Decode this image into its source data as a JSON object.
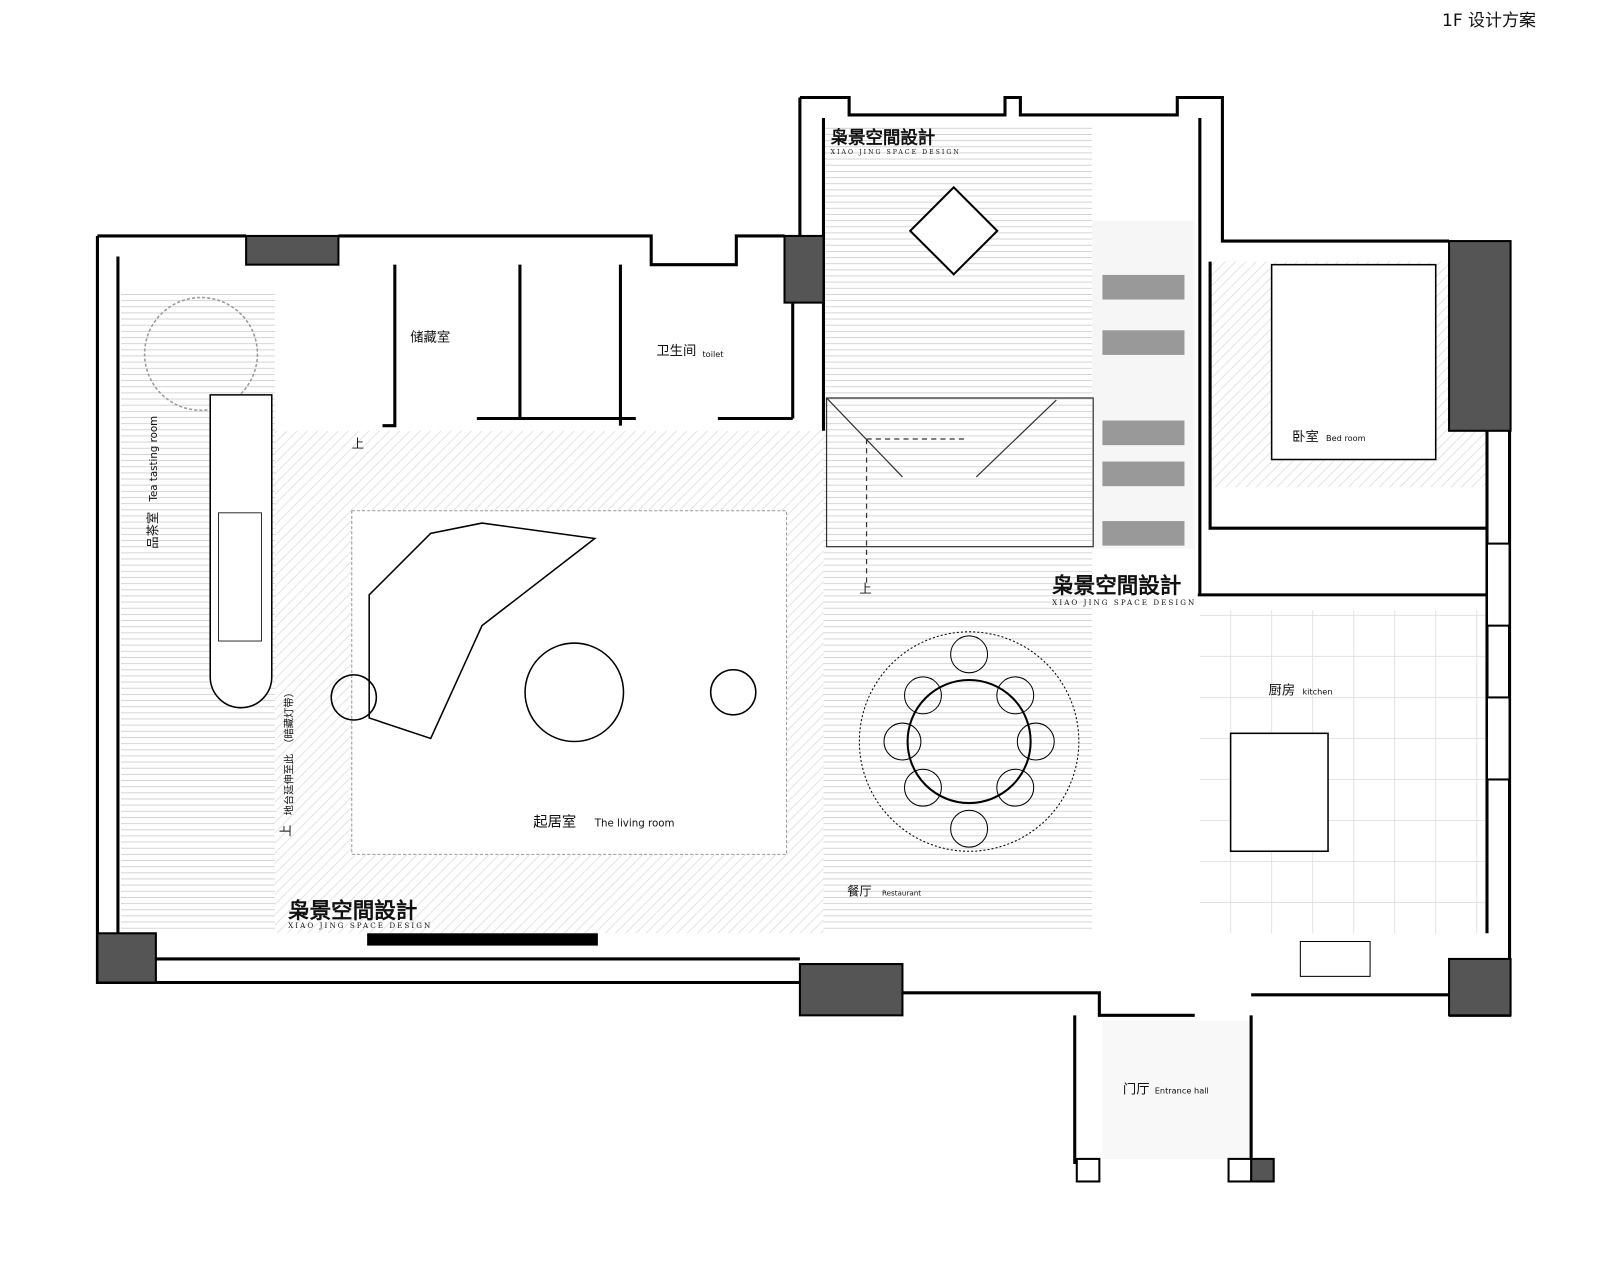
{
  "title": "1F 设计方案",
  "logo": {
    "cn": "枭景空間設計",
    "en": "XIAO JING SPACE DESIGN"
  },
  "rooms": {
    "storage": "储藏室",
    "toilet_cn": "卫生间",
    "toilet_en": "toilet",
    "tea_cn": "品茶室",
    "tea_en": "Tea tasting room",
    "platform_note": "地台延伸至此　（暗藏灯带）",
    "living_cn": "起居室",
    "living_en": "The living room",
    "restaurant_cn": "餐厅",
    "restaurant_en": "Restaurant",
    "bed_cn": "卧室",
    "bed_en": "Bed room",
    "kitchen_cn": "厨房",
    "kitchen_en": "kitchen",
    "entrance_cn": "门厅",
    "entrance_en": "Entrance hall"
  },
  "up_marker": "上",
  "colors": {
    "wall": "#000000",
    "column": "#555555",
    "step": "#999999"
  }
}
